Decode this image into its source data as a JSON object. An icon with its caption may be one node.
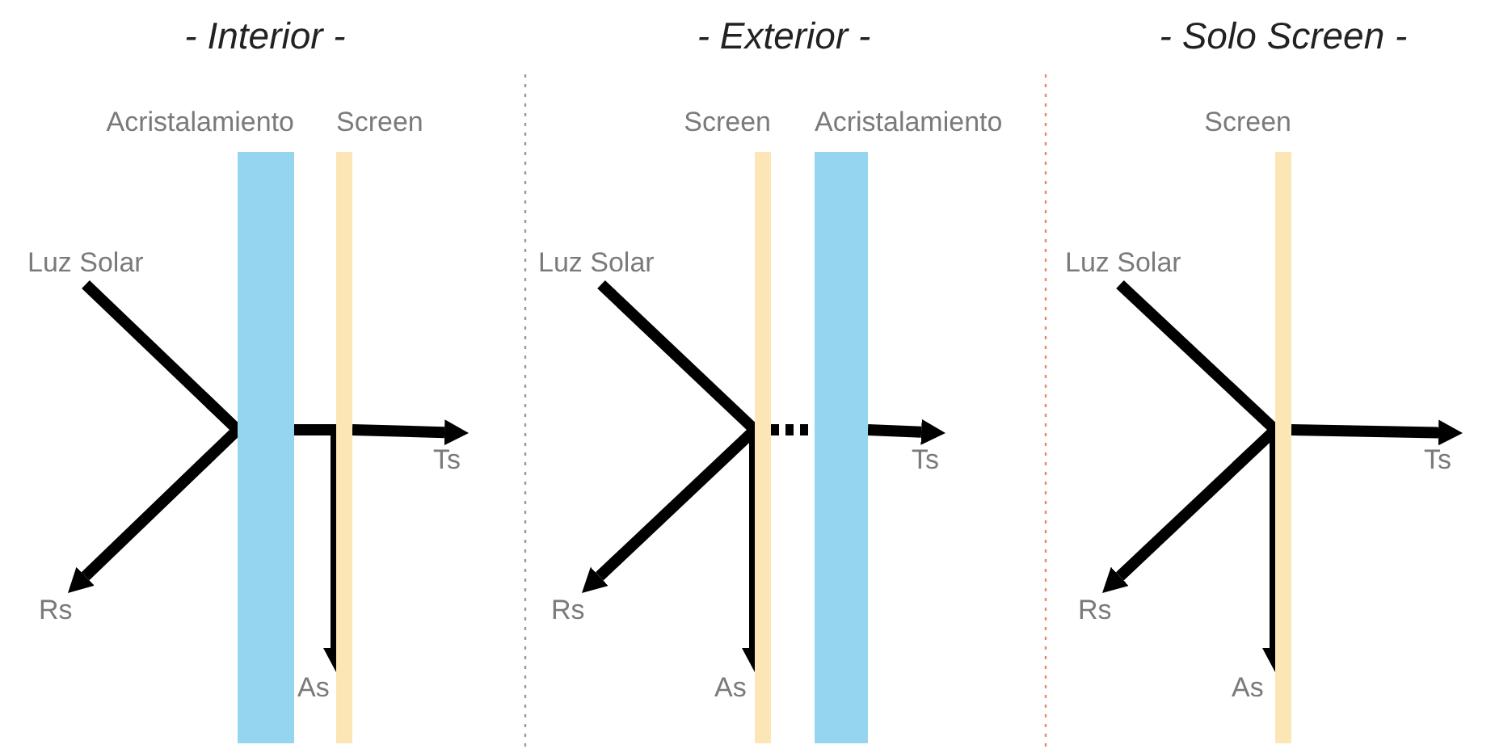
{
  "diagram": {
    "nodes": [
      {
        "text": [
          "Acristalamiento"
        ]
      },
      {
        "text": [
          "Screen"
        ]
      },
      {
        "text": [
          "Luz Solar"
        ]
      },
      {
        "text": [
          "Rs"
        ]
      },
      {
        "text": [
          "Ts"
        ]
      },
      {
        "text": [
          "As"
        ]
      },
      {
        "text": [
          "Screen"
        ]
      },
      {
        "text": [
          "Acristalamiento"
        ]
      },
      {
        "text": [
          "Luz Solar"
        ]
      },
      {
        "text": [
          "Rs"
        ]
      },
      {
        "text": [
          "Ts"
        ]
      },
      {
        "text": [
          "As"
        ]
      },
      {
        "text": [
          "Screen"
        ]
      },
      {
        "text": [
          "Luz Solar"
        ]
      },
      {
        "text": [
          "Rs"
        ]
      },
      {
        "text": [
          "Ts"
        ]
      },
      {
        "text": [
          "As"
        ]
      }
    ],
    "edges": [
      {
        "from": 2,
        "to": 0,
        "arrow": "none"
      },
      {
        "from": 0,
        "to": 3,
        "arrow": "to"
      },
      {
        "from": 0,
        "to": 5,
        "arrow": "to"
      },
      {
        "from": 1,
        "to": 4,
        "arrow": "to"
      },
      {
        "from": 8,
        "to": 6,
        "arrow": "none"
      },
      {
        "from": 6,
        "to": 9,
        "arrow": "to"
      },
      {
        "from": 6,
        "to": 11,
        "arrow": "to"
      },
      {
        "from": 6,
        "to": 7,
        "arrow": "none",
        "style": "dashed"
      },
      {
        "from": 7,
        "to": 10,
        "arrow": "to"
      },
      {
        "from": 13,
        "to": 12,
        "arrow": "none"
      },
      {
        "from": 12,
        "to": 14,
        "arrow": "to"
      },
      {
        "from": 12,
        "to": 16,
        "arrow": "to"
      },
      {
        "from": 12,
        "to": 15,
        "arrow": "to"
      }
    ],
    "labels": [
      "- Interior -",
      "- Exterior -",
      "- Solo Screen -"
    ]
  }
}
